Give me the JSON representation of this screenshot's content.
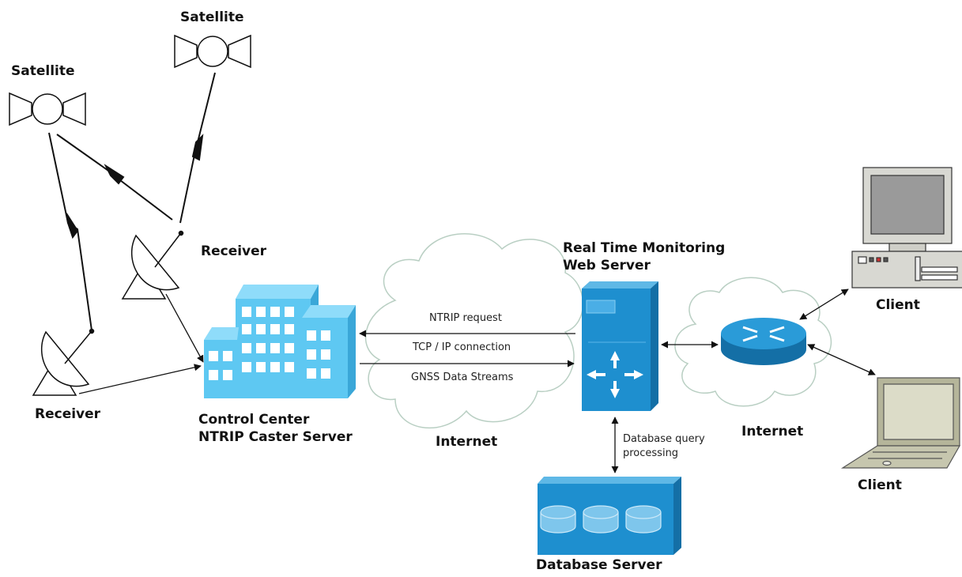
{
  "labels": {
    "satellite_left": "Satellite",
    "satellite_right": "Satellite",
    "receiver_left": "Receiver",
    "receiver_right": "Receiver",
    "control_center_line1": "Control Center",
    "control_center_line2": "NTRIP Caster Server",
    "internet_left": "Internet",
    "internet_right": "Internet",
    "web_server_line1": "Real Time Monitoring",
    "web_server_line2": "Web Server",
    "database_server": "Database Server",
    "client_desktop": "Client",
    "client_laptop": "Client"
  },
  "connections": {
    "ntrip_request": "NTRIP request",
    "tcp_ip": "TCP / IP connection",
    "gnss_streams": "GNSS Data Streams",
    "db_query_line1": "Database query",
    "db_query_line2": "processing"
  },
  "colors": {
    "building": "#5ec8f2",
    "building_dark": "#3aa7d8",
    "server": "#1e8fcf",
    "server_dark": "#146fa6",
    "cloud_stroke": "#b9cfc3",
    "laptop": "#b5b59a",
    "computer": "#d8d8d2"
  }
}
